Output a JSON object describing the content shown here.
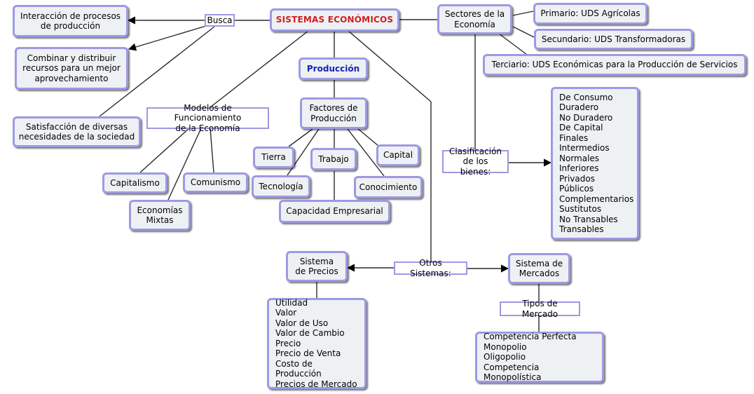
{
  "title": "SISTEMAS ECONÓMICOS",
  "nodes": {
    "interaccion": "Interacción de procesos\nde producción",
    "combinar": "Combinar y distribuir\nrecursos para un mejor\naprovechamiento",
    "satisfaccion": "Satisfacción de diversas\nnecesidades de la sociedad",
    "modelos": "Modelos de Funcionamiento\nde la Economía",
    "capitalismo": "Capitalismo",
    "comunismo": "Comunismo",
    "economias_mixtas": "Economías\nMixtas",
    "produccion": "Producción",
    "factores": "Factores de\nProducción",
    "tierra": "Tierra",
    "trabajo": "Trabajo",
    "capital": "Capital",
    "tecnologia": "Tecnología",
    "conocimiento": "Conocimiento",
    "capacidad": "Capacidad Empresarial",
    "sectores": "Sectores de la\nEconomía",
    "primario": "Primario: UDS Agrícolas",
    "secundario": "Secundario: UDS Transformadoras",
    "terciario": "Terciario: UDS Económicas para la Producción de Servicios",
    "clasificacion": "Clasificación\nde los bienes:",
    "bienes_lista": "De Consumo\nDuradero\nNo Duradero\nDe Capital\nFinales\nIntermedios\nNormales\nInferiores\nPrivados\nPúblicos\nComplementarios\nSustitutos\nNo Transables\nTransables",
    "sistema_precios": "Sistema\nde Precios",
    "precios_lista": "Utilidad\nValor\nValor de Uso\nValor de Cambio\nPrecio\nPrecio de Venta\nCosto de Producción\nPrecios de Mercado",
    "sistema_mercados": "Sistema de\nMercados",
    "mercado_lista": "Competencia Perfecta\nMonopolio\nOligopolio\nCompetencia Monopolística"
  },
  "labels": {
    "busca": "Busca",
    "otros_sistemas": "Otros Sistemas:",
    "tipos_mercado": "Tipos de Mercado"
  },
  "colors": {
    "border": "#9c9ae3",
    "fill": "#eef1f4",
    "title": "#d01f1f",
    "produccion": "#1a22b4",
    "line": "#2b2b2b"
  }
}
